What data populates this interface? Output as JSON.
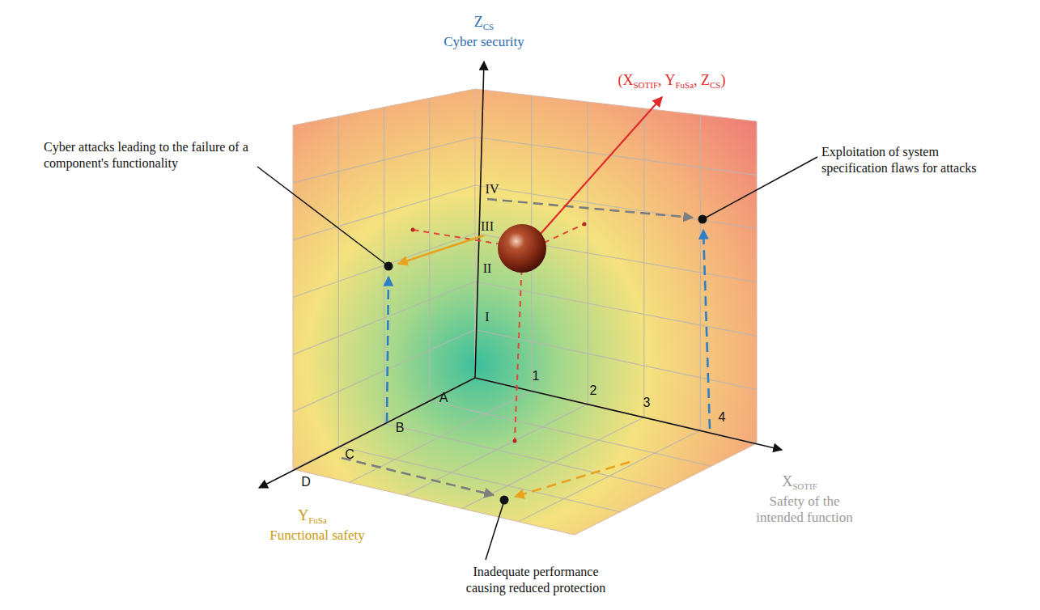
{
  "diagram": {
    "labels": [
      "Z",
      "CS",
      "Cyber security",
      "(X",
      "SOTIF",
      ", Y",
      "FuSa",
      ", Z",
      "CS",
      ")",
      "Cyber attacks leading to the failure of a component's functionality",
      "Exploitation of system specification flaws for attacks",
      "IV",
      "III",
      "II",
      "I",
      "A",
      "B",
      "C",
      "D",
      "1",
      "2",
      "3",
      "4",
      "Y",
      "FuSa",
      "Functional safety",
      "X",
      "SOTIF",
      "Safety of the intended function",
      "Inadequate performance causing reduced protection"
    ]
  }
}
